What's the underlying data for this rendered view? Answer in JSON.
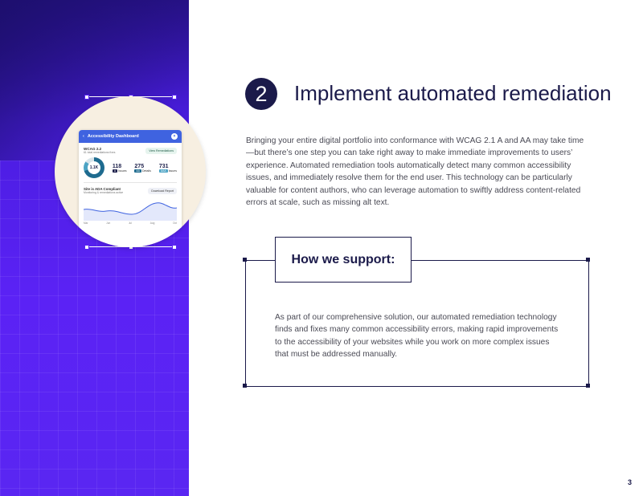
{
  "section": {
    "number": "2",
    "title": "Implement automated remediation",
    "intro": "Bringing your entire digital portfolio into conformance with WCAG 2.1 A and AA may take time—but there’s one step you can take right away to make immediate improvements to users’ experience. Automated remediation tools automatically detect many common accessibility issues, and immediately resolve them for the end user. This technology can be particularly valuable for content authors, who can leverage automation to swiftly address content-related errors at scale, such as missing alt text."
  },
  "support": {
    "label": "How we support:",
    "text": "As part of our comprehensive solution, our automated remediation technology finds and fixes many common accessibility errors, making rapid improvements to the accessibility of your websites while you work on more complex issues that must be addressed manually."
  },
  "dashboard": {
    "title": "Accessibility Dashboard",
    "wcag_label": "WCAG 2.2",
    "wcag_sub": "61 total remediations fixes",
    "view_button": "View Remediations",
    "donut_value": "1.1K",
    "stats": [
      {
        "value": "118",
        "tag": "A",
        "label": "Issues"
      },
      {
        "value": "275",
        "tag": "AA",
        "label": "Details"
      },
      {
        "value": "731",
        "tag": "AAA",
        "label": "Issues"
      }
    ],
    "compliant_title": "Site is ADA Compliant",
    "compliant_sub": "Monitoring & remediations active",
    "download_button": "Download Report",
    "months": [
      "Mar",
      "Jun",
      "Jul",
      "Aug",
      "Oct"
    ]
  },
  "page_number": "3",
  "colors": {
    "accent": "#5a26f2",
    "navy": "#1b1a4a",
    "circle_bg": "#f7efe1"
  }
}
